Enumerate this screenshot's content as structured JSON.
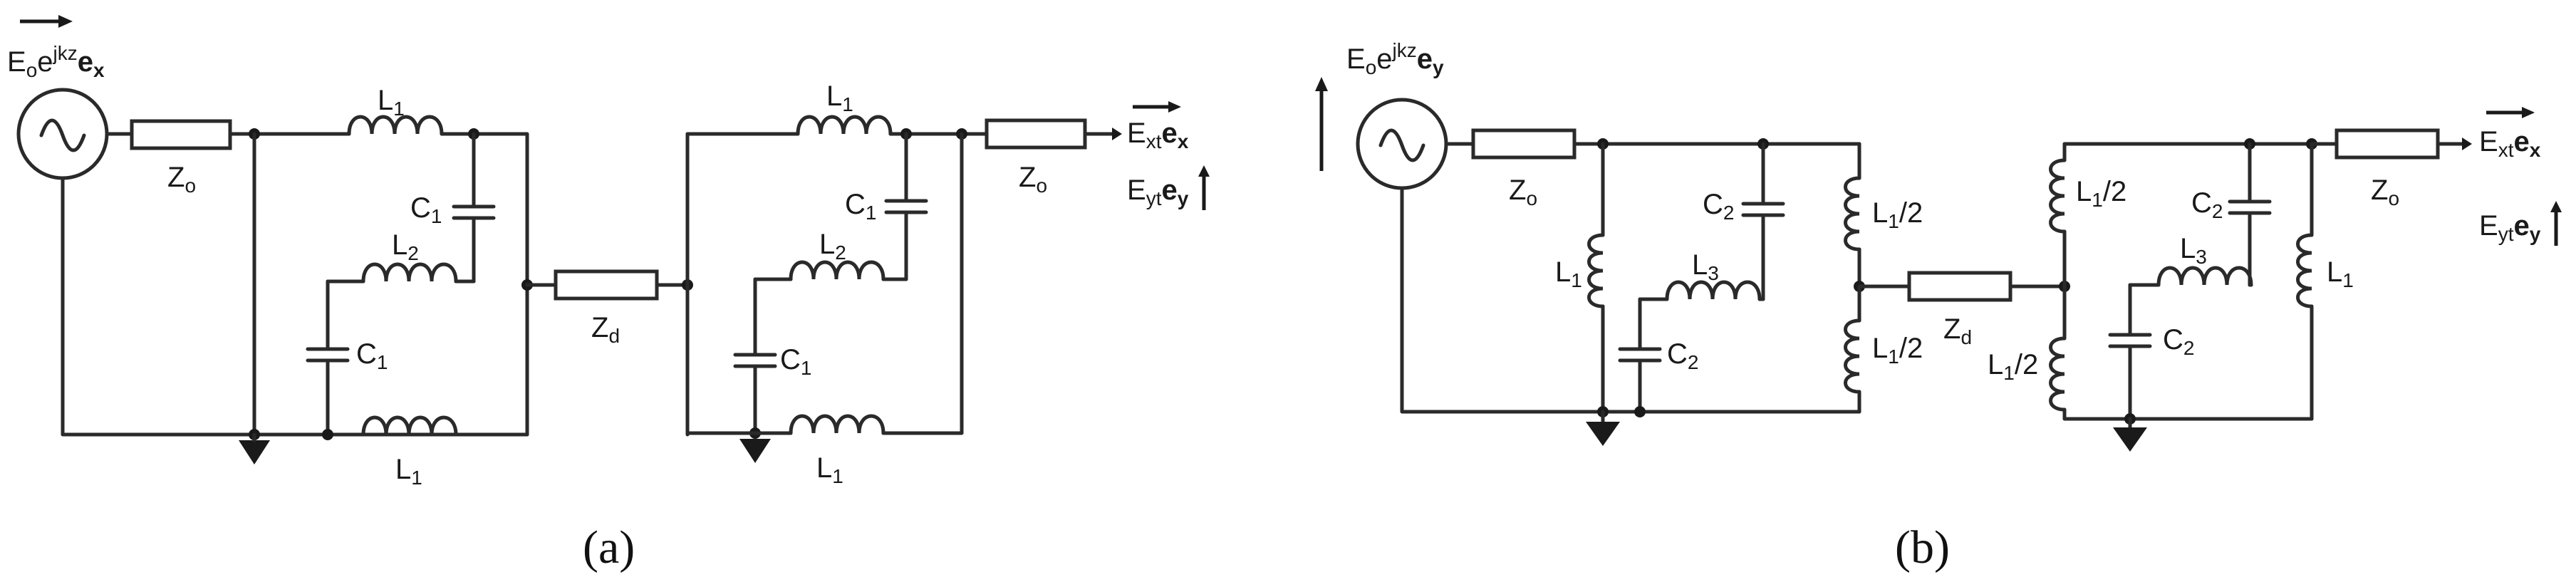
{
  "panel_a": {
    "caption": "(a)",
    "source": {
      "base": "E",
      "sub": "o",
      "exp_base": "e",
      "exp": "jkz",
      "vec": "e",
      "vec_sub": "x"
    },
    "z_source": {
      "base": "Z",
      "sub": "o"
    },
    "z_load": {
      "base": "Z",
      "sub": "o"
    },
    "z_d": {
      "base": "Z",
      "sub": "d"
    },
    "inductor_L1": {
      "base": "L",
      "sub": "1"
    },
    "inductor_L2": {
      "base": "L",
      "sub": "2"
    },
    "capacitor_C1": {
      "base": "C",
      "sub": "1"
    },
    "output_x": {
      "base": "E",
      "sub": "xt",
      "vec": "e",
      "vec_sub": "x"
    },
    "output_y": {
      "base": "E",
      "sub": "yt",
      "vec": "e",
      "vec_sub": "y"
    }
  },
  "panel_b": {
    "caption": "(b)",
    "source": {
      "base": "E",
      "sub": "o",
      "exp_base": "e",
      "exp": "jkz",
      "vec": "e",
      "vec_sub": "y"
    },
    "z_source": {
      "base": "Z",
      "sub": "o"
    },
    "z_load": {
      "base": "Z",
      "sub": "o"
    },
    "z_d": {
      "base": "Z",
      "sub": "d"
    },
    "inductor_L1": {
      "base": "L",
      "sub": "1"
    },
    "inductor_L1_half": {
      "base": "L",
      "sub": "1",
      "suffix": "/2"
    },
    "inductor_L3": {
      "base": "L",
      "sub": "3"
    },
    "capacitor_C2": {
      "base": "C",
      "sub": "2"
    },
    "output_x": {
      "base": "E",
      "sub": "xt",
      "vec": "e",
      "vec_sub": "x"
    },
    "output_y": {
      "base": "E",
      "sub": "yt",
      "vec": "e",
      "vec_sub": "y"
    }
  }
}
